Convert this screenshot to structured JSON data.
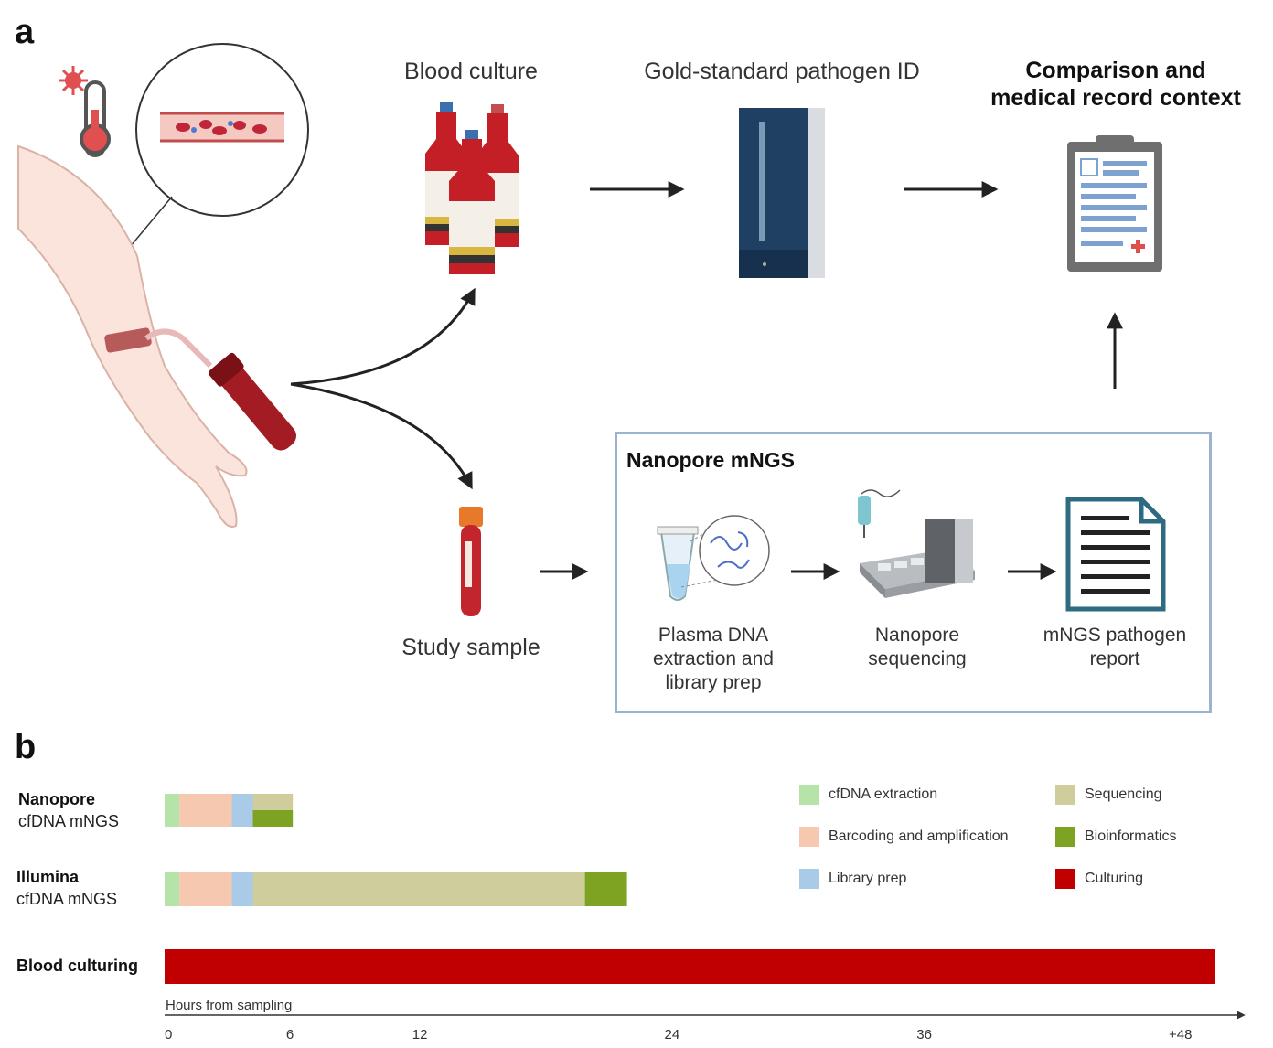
{
  "panel_a": {
    "letter": "a",
    "blood_culture": "Blood culture",
    "gold_standard": "Gold-standard pathogen ID",
    "comparison_line1": "Comparison and",
    "comparison_line2": "medical record context",
    "study_sample": "Study sample",
    "nanopore_title": "Nanopore mNGS",
    "nano_steps": [
      {
        "line1": "Plasma DNA",
        "line2": "extraction and",
        "line3": "library prep"
      },
      {
        "line1": "Nanopore",
        "line2": "sequencing"
      },
      {
        "line1": "mNGS pathogen",
        "line2": "report"
      }
    ]
  },
  "panel_b": {
    "letter": "b",
    "chart_data": {
      "type": "bar",
      "orientation": "horizontal-stacked",
      "xlabel": "Hours from sampling",
      "xlim": [
        0,
        50
      ],
      "xticks": [
        {
          "label": "0",
          "value": 0
        },
        {
          "label": "6",
          "value": 6
        },
        {
          "label": "12",
          "value": 12
        },
        {
          "label": "24",
          "value": 24
        },
        {
          "label": "36",
          "value": 36
        },
        {
          "label": "+48",
          "value": 48
        }
      ],
      "rows": [
        {
          "label_bold": "Nanopore",
          "label_rest": "cfDNA mNGS",
          "segments": [
            {
              "stage": "cfDNA extraction",
              "start": 0,
              "end": 0.7
            },
            {
              "stage": "Barcoding and amplification",
              "start": 0.7,
              "end": 3.2
            },
            {
              "stage": "Library prep",
              "start": 3.2,
              "end": 4.2
            },
            {
              "stage": "Sequencing",
              "start": 4.2,
              "end": 6.1,
              "half": "top"
            },
            {
              "stage": "Bioinformatics",
              "start": 4.2,
              "end": 6.1,
              "half": "bottom"
            }
          ]
        },
        {
          "label_bold": "Illumina",
          "label_rest": "cfDNA mNGS",
          "segments": [
            {
              "stage": "cfDNA extraction",
              "start": 0,
              "end": 0.7
            },
            {
              "stage": "Barcoding and amplification",
              "start": 0.7,
              "end": 3.2
            },
            {
              "stage": "Library prep",
              "start": 3.2,
              "end": 4.2
            },
            {
              "stage": "Sequencing",
              "start": 4.2,
              "end": 20.0
            },
            {
              "stage": "Bioinformatics",
              "start": 20.0,
              "end": 22.0
            }
          ]
        },
        {
          "label_bold": "Blood culturing",
          "label_rest": "",
          "segments": [
            {
              "stage": "Culturing",
              "start": 0,
              "end": 50
            }
          ]
        }
      ],
      "legend": [
        {
          "label": "cfDNA extraction",
          "color": "#b6e3a8"
        },
        {
          "label": "Barcoding and amplification",
          "color": "#f7c8b0"
        },
        {
          "label": "Library prep",
          "color": "#a9cbe8"
        },
        {
          "label": "Sequencing",
          "color": "#cfcd9c"
        },
        {
          "label": "Bioinformatics",
          "color": "#7ea322"
        },
        {
          "label": "Culturing",
          "color": "#c00000"
        }
      ]
    }
  }
}
